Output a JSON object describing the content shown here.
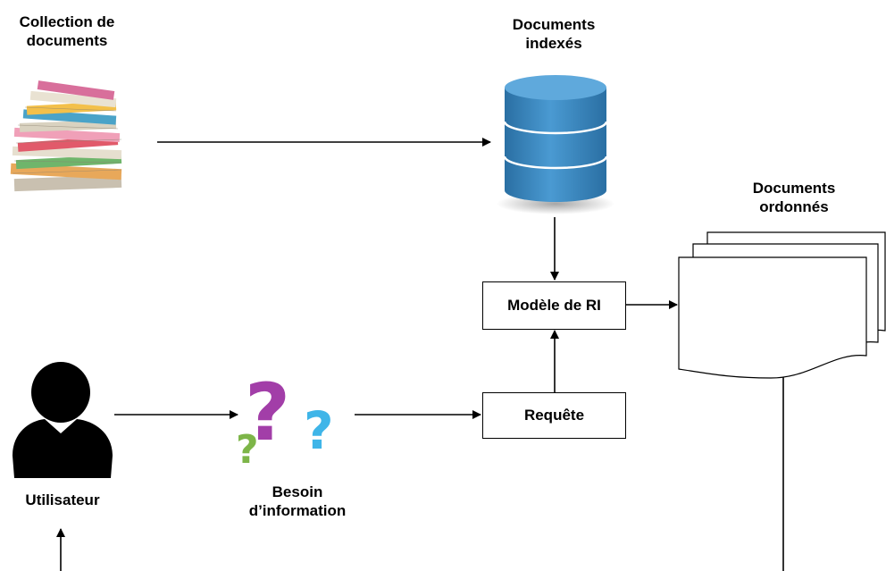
{
  "nodes": {
    "collection": {
      "line1": "Collection de",
      "line2": "documents"
    },
    "indexed": {
      "line1": "Documents",
      "line2": "indexés"
    },
    "ranked": {
      "line1": "Documents",
      "line2": "ordonnés"
    },
    "model": {
      "label": "Modèle de RI"
    },
    "query": {
      "label": "Requête"
    },
    "user": {
      "label": "Utilisateur"
    },
    "need": {
      "line1": "Besoin",
      "line2": "d’information"
    }
  },
  "icons": {
    "collection": "document-stack-icon",
    "database": "database-icon",
    "user": "user-icon",
    "need": "question-marks-icon",
    "ranked": "document-pages-icon"
  },
  "colors": {
    "db_blue": "#3a89c4",
    "q_purple": "#a23ea8",
    "q_cyan": "#3fb5e8",
    "q_green": "#7db548"
  }
}
